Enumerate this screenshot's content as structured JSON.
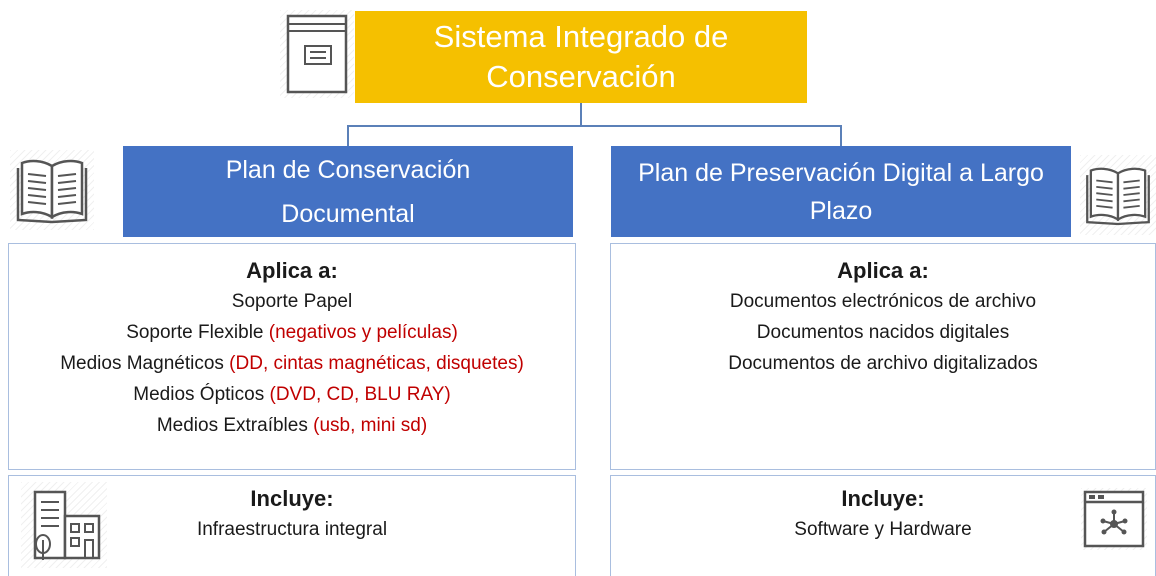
{
  "top": {
    "title_line1": "Sistema Integrado de",
    "title_line2": "Conservación"
  },
  "left": {
    "title_line1": "Plan de Conservación",
    "title_line2": "Documental",
    "apply_heading": "Aplica a:",
    "apply_items": [
      {
        "label": "Soporte Papel",
        "detail": ""
      },
      {
        "label": "Soporte Flexible ",
        "detail": "(negativos y películas)"
      },
      {
        "label": "Medios Magnéticos ",
        "detail": "(DD, cintas magnéticas, disquetes)"
      },
      {
        "label": "Medios Ópticos ",
        "detail": "(DVD, CD, BLU RAY)"
      },
      {
        "label": "Medios Extraíbles ",
        "detail": "(usb, mini sd)"
      }
    ],
    "includes_heading": "Incluye:",
    "includes_text": "Infraestructura integral"
  },
  "right": {
    "title_line1": "Plan de Preservación Digital a Largo",
    "title_line2": "Plazo",
    "apply_heading": "Aplica a:",
    "apply_items": [
      "Documentos electrónicos de archivo",
      "Documentos nacidos digitales",
      "Documentos de archivo digitalizados"
    ],
    "includes_heading": "Incluye:",
    "includes_text": "Software y Hardware"
  },
  "icons": {
    "top": "archive-book-icon",
    "left_title": "open-book-icon",
    "right_title": "open-book-icon",
    "left_includes": "building-icon",
    "right_includes": "software-network-icon"
  },
  "colors": {
    "top_box": "#f5c000",
    "plan_box": "#4472c4",
    "detail_text": "#c00000",
    "panel_border": "#a9bedf"
  }
}
